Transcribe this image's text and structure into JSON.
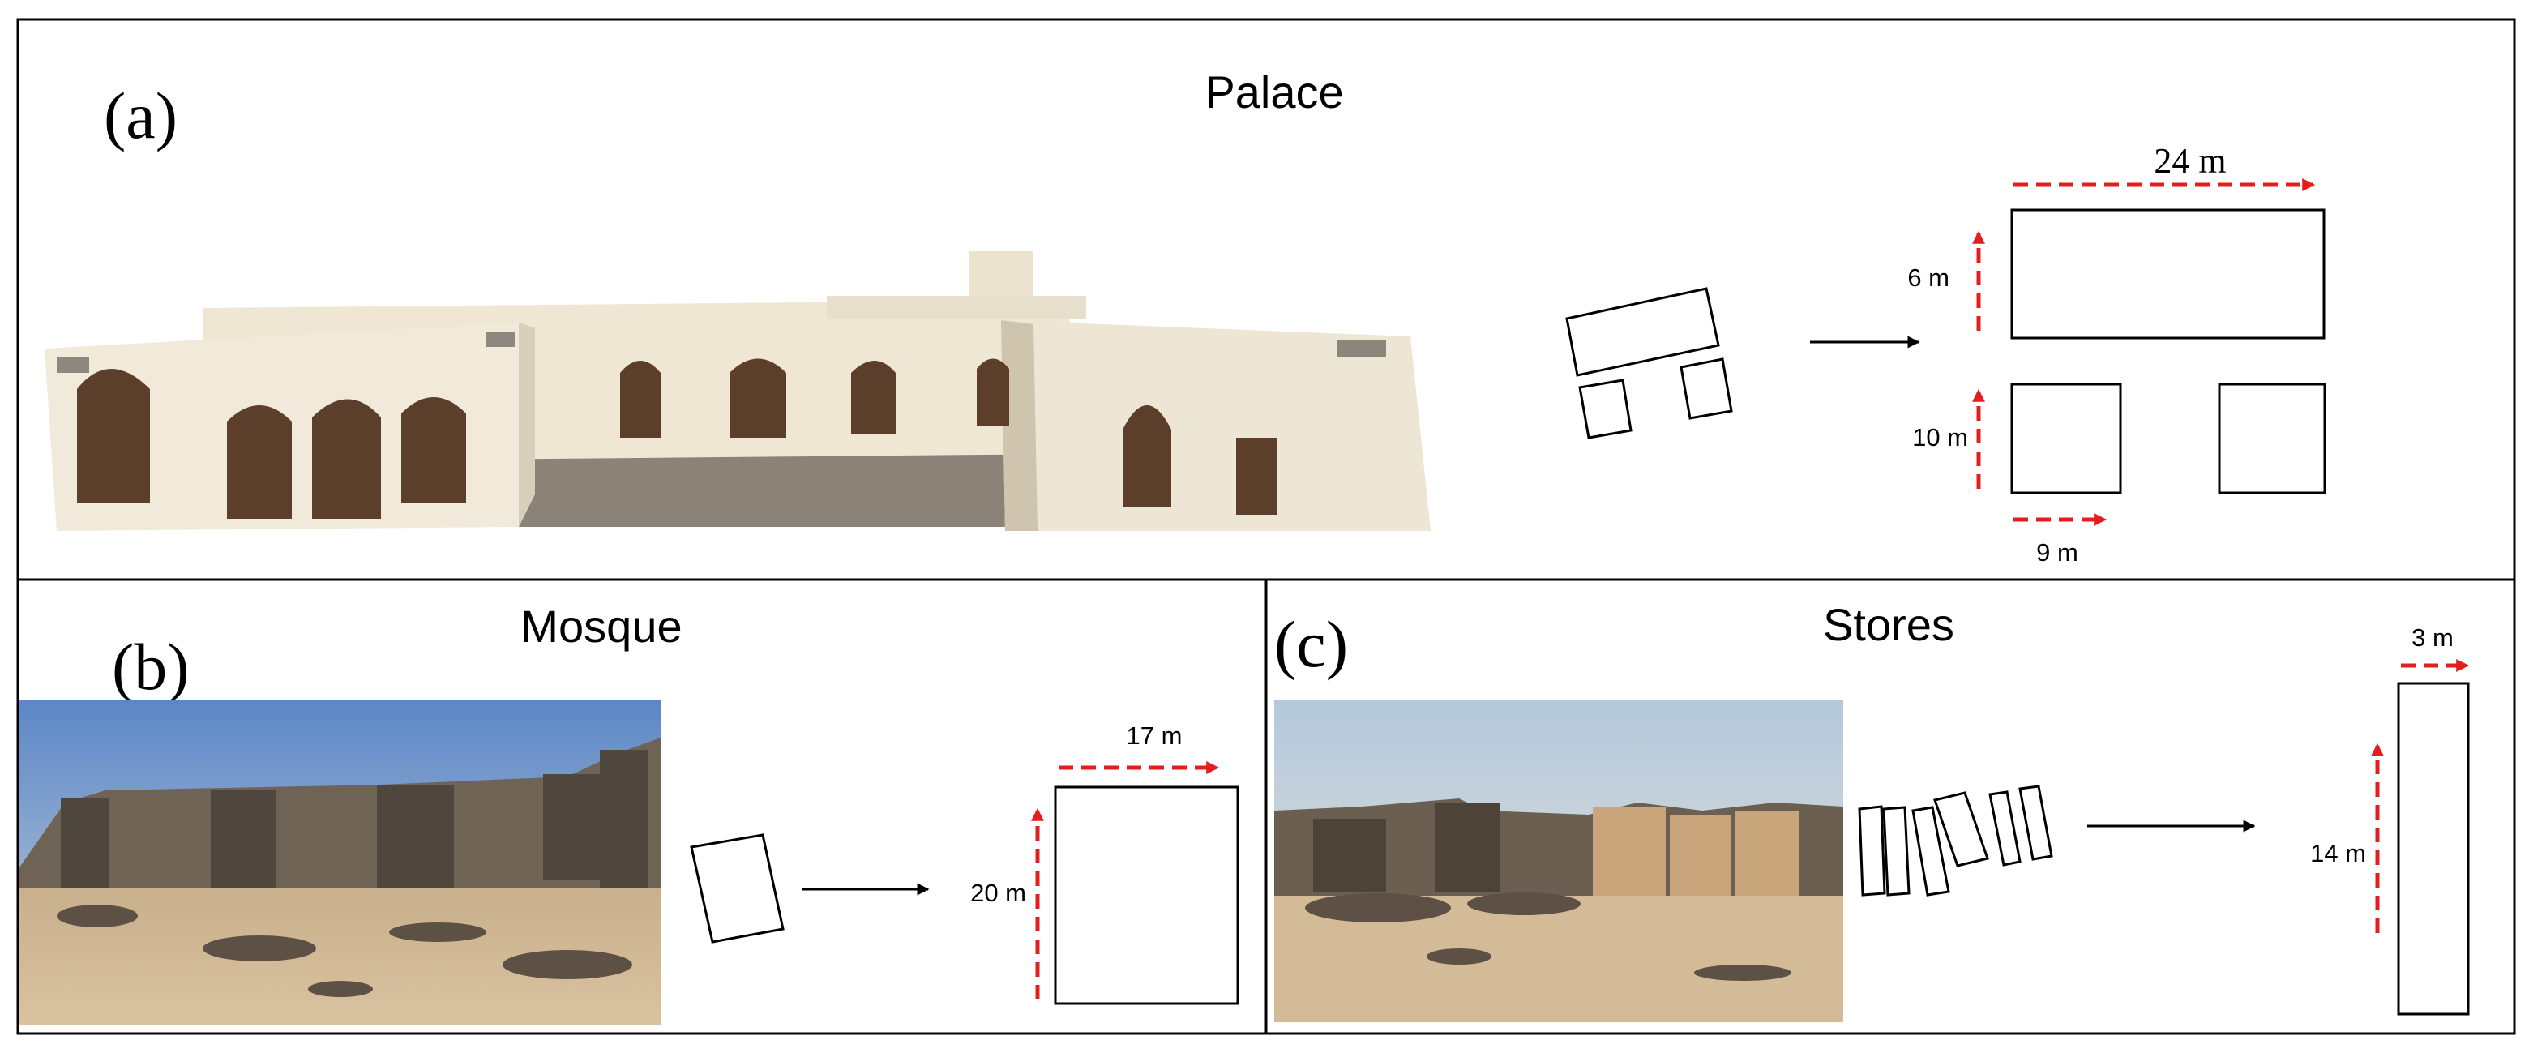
{
  "panels": {
    "palace": {
      "letter": "(a)",
      "title": "Palace",
      "dimensions": {
        "length": "24 m",
        "width_main": "6 m",
        "width_side": "10 m",
        "side_length": "9 m"
      }
    },
    "mosque": {
      "letter": "(b)",
      "title": "Mosque",
      "dimensions": {
        "length": "17 m",
        "width": "20 m"
      }
    },
    "stores": {
      "letter": "(c)",
      "title": "Stores",
      "dimensions": {
        "length": "3 m",
        "width": "14 m"
      }
    }
  },
  "colors": {
    "dimension_arrow": "#e41e1e",
    "outline": "#000000"
  }
}
